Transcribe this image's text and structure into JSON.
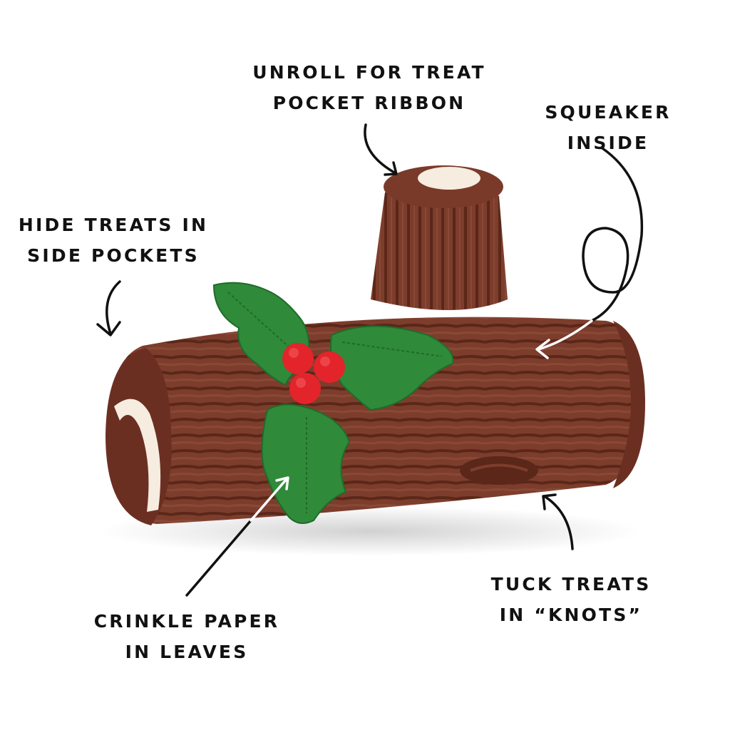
{
  "colors": {
    "background": "#ffffff",
    "text": "#111111",
    "bark": "#7a3a2a",
    "bark_dark": "#5e2a1e",
    "bark_light": "#8e4a37",
    "cream": "#f6ece0",
    "leaf": "#2f8a3a",
    "leaf_dark": "#1f6b2a",
    "berry": "#e3242b",
    "arrow_dark": "#111111",
    "arrow_light": "#ffffff"
  },
  "product": {
    "name": "yule-log-plush-toy",
    "icon": "yule-log-icon"
  },
  "callouts": {
    "treat_ribbon": {
      "line1": "UNROLL FOR TREAT",
      "line2": "POCKET RIBBON"
    },
    "squeaker": {
      "line1": "SQUEAKER",
      "line2": "INSIDE"
    },
    "side_pockets": {
      "line1": "HIDE TREATS IN",
      "line2": "SIDE POCKETS"
    },
    "crinkle": {
      "line1": "CRINKLE PAPER",
      "line2": "IN LEAVES"
    },
    "knots": {
      "line1": "TUCK TREATS",
      "line2": "IN “KNOTS”"
    }
  }
}
